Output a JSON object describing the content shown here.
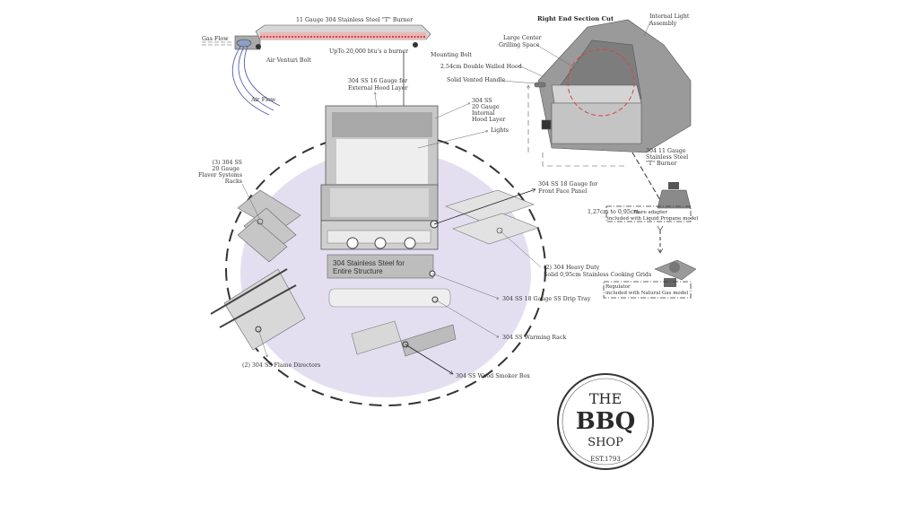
{
  "burner": {
    "title": "11 Gauge 304 Stainless Steel \"T\" Burner",
    "gas_flow": "Gas Flow",
    "air_venturi": "Air Venturi Bolt",
    "btu": "UpTo 20,000 btu's a burner",
    "mounting_bolt": "Mounting Bolt",
    "air_flow": "Air Flow"
  },
  "hood": {
    "external": [
      "304 SS 16 Gauge for",
      "External Hood Layer"
    ],
    "internal": [
      "304 SS",
      "20 Gauge",
      "Internal",
      "Hood Layer"
    ],
    "lights": "Lights"
  },
  "section": {
    "title": "Right End Section Cut",
    "light_assembly": [
      "Internal Light",
      "Assembly"
    ],
    "grilling_space": [
      "Large Center",
      "Grilling  Space"
    ],
    "double_hood": "2.54cm Double Walled Hood",
    "handle": "Solid Vented Handle",
    "t_burner": [
      "304 11 Gauge",
      "Stainless Steel",
      "\"T\" Burner"
    ]
  },
  "parts": {
    "flavor_racks": [
      "(3) 304 SS",
      "20 Gauge",
      "Flavor Systems",
      "Racks"
    ],
    "front_panel": [
      "304 SS 18 Gauge for",
      "Front Face Panel"
    ],
    "flare_adapter": [
      "1,27cm to 0,95cm",
      "Flare adapter",
      "included with Liquid Propane model"
    ],
    "cooking_grids": [
      "(2) 304 Heavy Duty",
      "Solid  0,95cm  Stainless Cooking Grids"
    ],
    "regulator": [
      "Regulator",
      "included with Natural Gas model"
    ],
    "structure": [
      "304 Stainless Steel for",
      "Entire Structure"
    ],
    "drip_tray": "304 SS 18 Gauge SS Drip Tray",
    "warming_rack": "304 SS Warming Rack",
    "flame_directors": "(2) 304 SS Flame Directors",
    "smoker_box": "304 SS Wood Smoker Box"
  },
  "logo": {
    "line1": "THE",
    "line2": "BBQ",
    "line3": "SHOP",
    "est": "EST.1793"
  },
  "colors": {
    "ellipse": "#e4dff0",
    "steel": "#b9b9b9",
    "flame": "#d64545",
    "line": "#333333"
  }
}
